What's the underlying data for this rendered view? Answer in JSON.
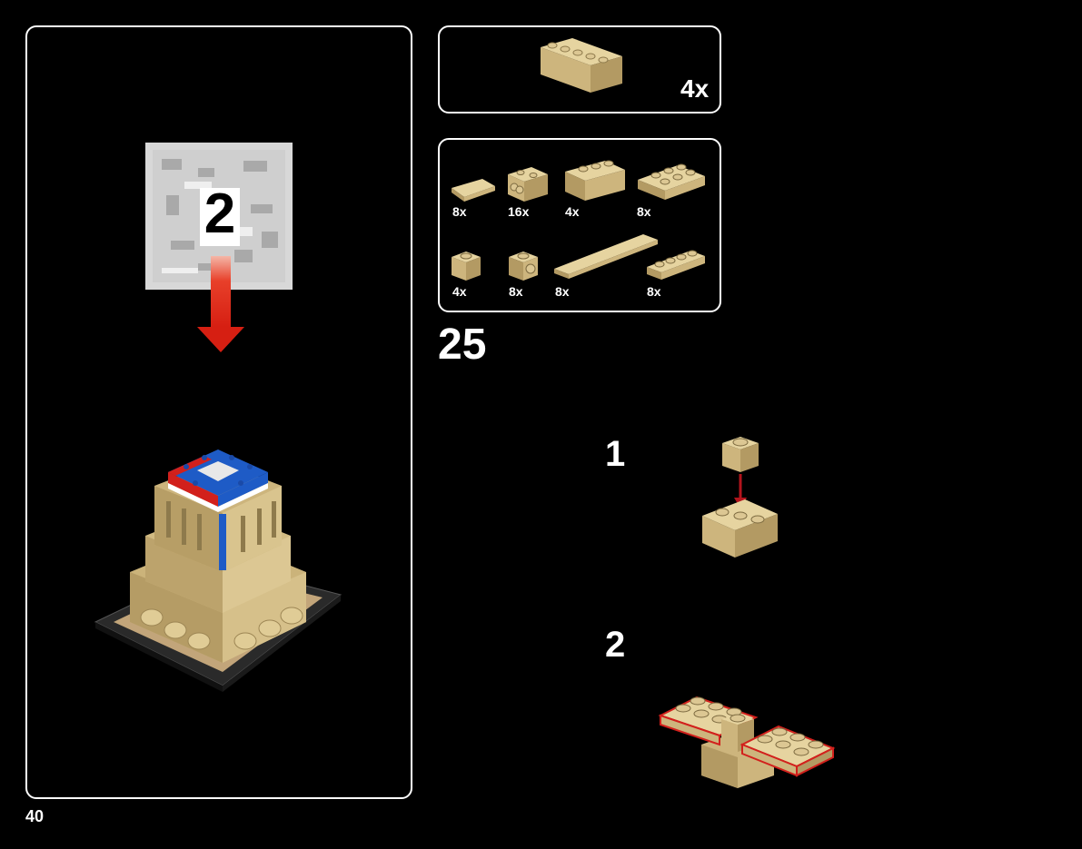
{
  "page": {
    "number": "40"
  },
  "left_panel": {
    "bag_number": "2"
  },
  "subassembly": {
    "count": "4x"
  },
  "parts": [
    {
      "qty": "8x",
      "icon": "tile-1x2-tan"
    },
    {
      "qty": "16x",
      "icon": "brick-1x2-side-studs-tan"
    },
    {
      "qty": "4x",
      "icon": "brick-1x3-tan"
    },
    {
      "qty": "8x",
      "icon": "plate-2x3-tan"
    },
    {
      "qty": "4x",
      "icon": "brick-1x1-tan"
    },
    {
      "qty": "8x",
      "icon": "brick-1x1-side-stud-tan"
    },
    {
      "qty": "8x",
      "icon": "tile-1x6-tan"
    },
    {
      "qty": "8x",
      "icon": "plate-1x4-tan"
    }
  ],
  "step": {
    "number": "25"
  },
  "substeps": [
    {
      "number": "1"
    },
    {
      "number": "2"
    }
  ],
  "colors": {
    "tan": "#d9c48e",
    "tan_dark": "#a8925c",
    "red": "#d2201c",
    "blue": "#1e5bc6",
    "background": "#000000"
  }
}
